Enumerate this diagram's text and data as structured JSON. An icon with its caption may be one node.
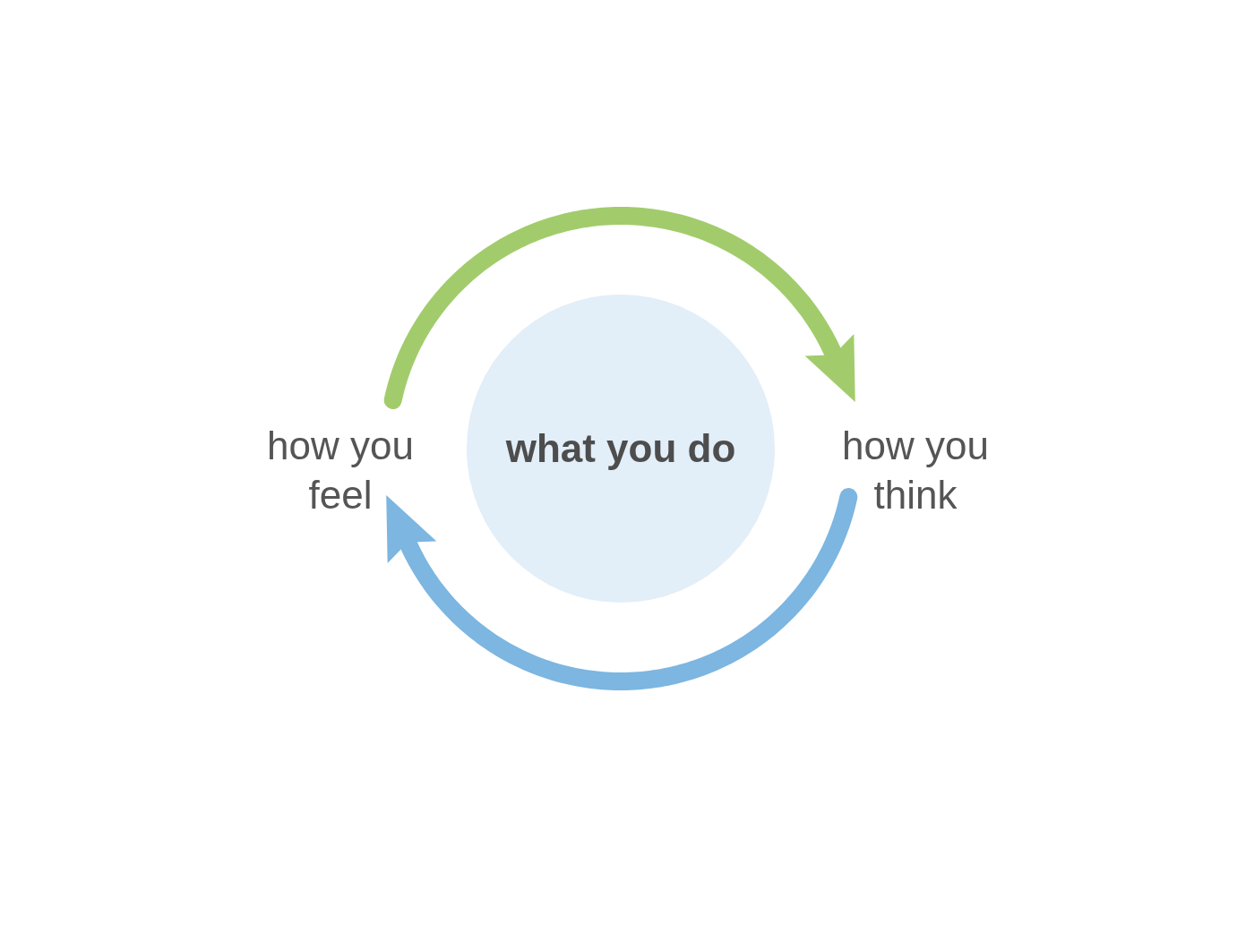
{
  "diagram": {
    "nodes": [
      {
        "text": [
          "how you feel"
        ]
      },
      {
        "text": [
          "what you do"
        ]
      },
      {
        "text": [
          "how you think"
        ]
      }
    ],
    "edges": [
      {
        "from": 0,
        "to": 2,
        "arrow": "to",
        "color": "#a2cc6c"
      },
      {
        "from": 2,
        "to": 0,
        "arrow": "to",
        "color": "#7cb6e1"
      }
    ]
  }
}
